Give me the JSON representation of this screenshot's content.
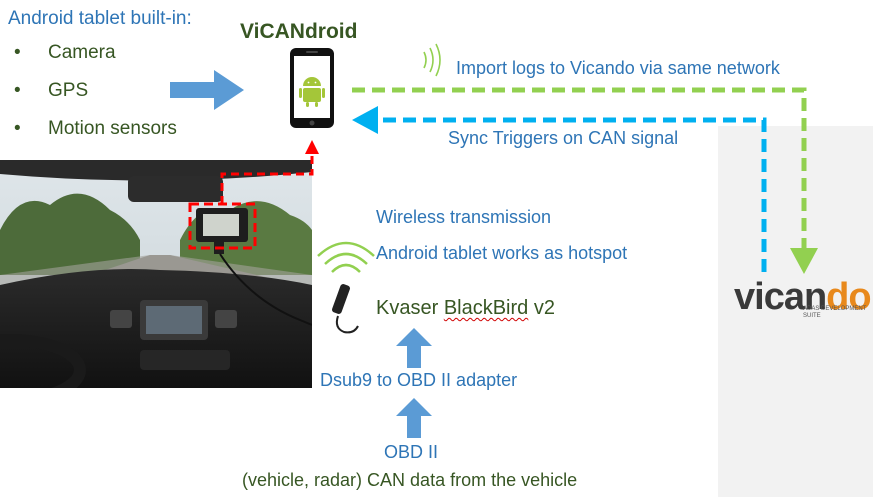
{
  "builtin": {
    "heading": "Android tablet built-in:",
    "bullet_char": "•",
    "items": [
      "Camera",
      "GPS",
      "Motion sensors"
    ]
  },
  "app_name": "ViCANdroid",
  "import_logs": "Import logs to Vicando via same network",
  "sync_triggers": "Sync Triggers on CAN signal",
  "wireless": {
    "line1": "Wireless transmission",
    "line2": "Android tablet works as hotspot"
  },
  "kvaser": {
    "prefix": "Kvaser ",
    "product": "BlackBird",
    "suffix": " v2"
  },
  "adapter": "Dsub9 to OBD II adapter",
  "obd": "OBD II",
  "vehicle_data": "(vehicle, radar) CAN data from the vehicle",
  "logo": {
    "part1": "vican",
    "part2": "do",
    "tagline1": "ADAS DEVELOPMENT",
    "tagline2": "SUITE"
  },
  "colors": {
    "text_blue": "#2E75B6",
    "text_dark": "#375623",
    "arrow_blue": "#5B9BD5",
    "dash_green": "#92D050",
    "dash_cyan": "#00B0F0",
    "dash_red": "#FF0000",
    "android_green": "#A4C639",
    "logo_orange": "#E8891C"
  }
}
